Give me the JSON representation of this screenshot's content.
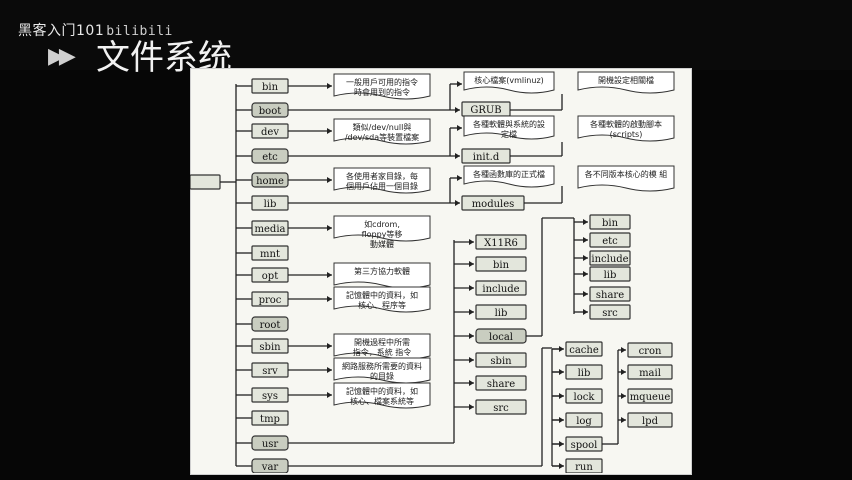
{
  "channel": {
    "name": "黑客入门101",
    "mark": "bilibili"
  },
  "slide_title": "文件系统",
  "root_dirs": [
    "bin",
    "boot",
    "dev",
    "etc",
    "home",
    "lib",
    "media",
    "mnt",
    "opt",
    "proc",
    "root",
    "sbin",
    "srv",
    "sys",
    "tmp",
    "usr",
    "var"
  ],
  "highlighted_dirs": [
    "boot",
    "etc",
    "home",
    "root",
    "usr",
    "var"
  ],
  "notes": {
    "bin": "一般用戶可用的指令 時會用到的指令",
    "dev": "類似/dev/null與 /dev/sda等裝置檔案",
    "home": "各使用者家目錄，每 個用戶佔用一個目錄",
    "media": "如cdrom, floppy等移 動媒體",
    "opt": "第三方協力軟體",
    "proc": "記憶體中的資料，如 核心、程序等",
    "sbin": "開機過程中所需 指令，系統 指令",
    "srv": "網路服務所需要的資料 的目錄",
    "sys": "記憶體中的資料，如 核心、檔案系統等"
  },
  "boot_children": {
    "kernel": "核心檔案(vmlinuz)",
    "grub": "GRUB",
    "grub_note": "開機設定相關檔"
  },
  "etc_children": {
    "note": "各種軟體與系統的設 定檔",
    "initd": "init.d",
    "initd_note": "各種軟體的啟動腳本 (scripts)"
  },
  "lib_children": {
    "note": "各種函數庫的正式檔",
    "modules": "modules",
    "modules_note": "各不同版本核心的模 組"
  },
  "usr_children": [
    "X11R6",
    "bin",
    "include",
    "lib",
    "local",
    "sbin",
    "share",
    "src"
  ],
  "local_children": [
    "bin",
    "etc",
    "include",
    "lib",
    "share",
    "src"
  ],
  "var_children": [
    "cache",
    "lib",
    "lock",
    "log",
    "spool",
    "run"
  ],
  "spool_children": [
    "cron",
    "mail",
    "mqueue",
    "lpd"
  ]
}
